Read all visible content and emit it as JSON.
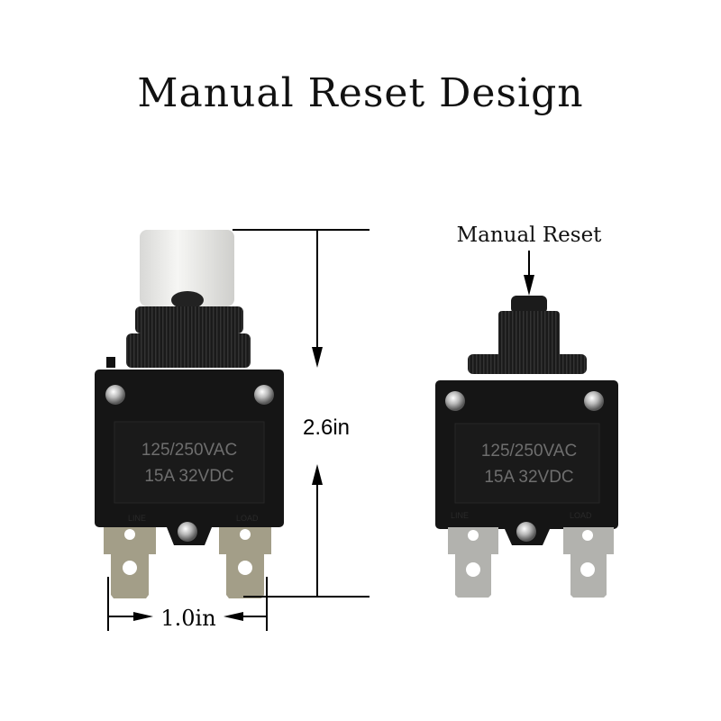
{
  "title": "Manual Reset Design",
  "dimensions": {
    "height": "2.6in",
    "width": "1.0in"
  },
  "callout": "Manual Reset",
  "left_breaker": {
    "line1": "125/250VAC",
    "line2": "15A 32VDC",
    "term_left": "LINE",
    "term_right": "LOAD"
  },
  "right_breaker": {
    "line1": "125/250VAC",
    "line2": "15A 32VDC",
    "term_left": "LINE",
    "term_right": "LOAD"
  },
  "colors": {
    "body": "#151515",
    "label_text": "#6e6e6e",
    "terminal_left": "#a39e88",
    "terminal_right": "#b2b2ae",
    "cap": "#e6e6e4"
  }
}
